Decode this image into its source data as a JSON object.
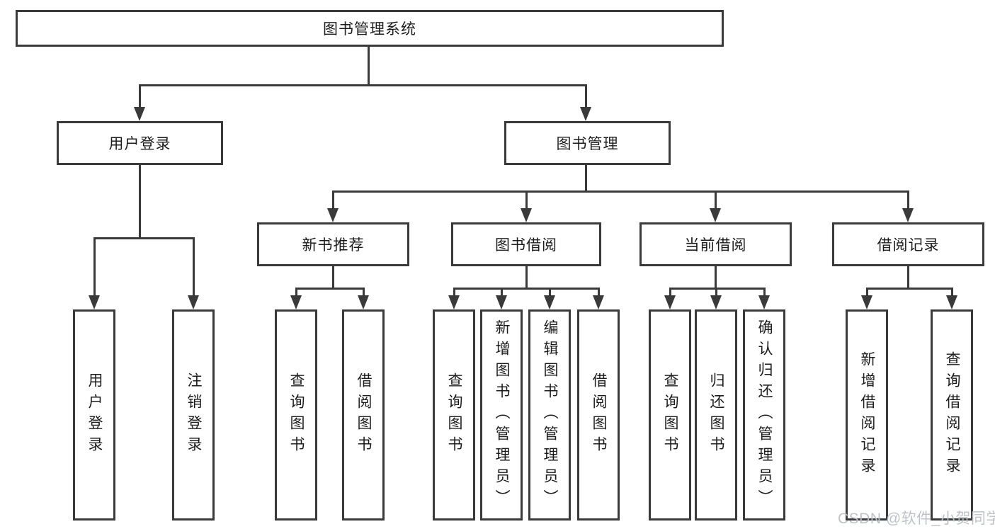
{
  "diagram": {
    "tree": {
      "label": "图书管理系统",
      "children": [
        {
          "label": "用户登录",
          "children": [
            {
              "label": "用户登录"
            },
            {
              "label": "注销登录"
            }
          ]
        },
        {
          "label": "图书管理",
          "children": [
            {
              "label": "新书推荐",
              "children": [
                {
                  "label": "查询图书"
                },
                {
                  "label": "借阅图书"
                }
              ]
            },
            {
              "label": "图书借阅",
              "children": [
                {
                  "label": "查询图书"
                },
                {
                  "label": "新增图书（管理员）"
                },
                {
                  "label": "编辑图书（管理员）"
                },
                {
                  "label": "借阅图书"
                }
              ]
            },
            {
              "label": "当前借阅",
              "children": [
                {
                  "label": "查询图书"
                },
                {
                  "label": "归还图书"
                },
                {
                  "label": "确认归还（管理员）"
                }
              ]
            },
            {
              "label": "借阅记录",
              "children": [
                {
                  "label": "新增借阅记录"
                },
                {
                  "label": "查询借阅记录"
                }
              ]
            }
          ]
        }
      ]
    }
  },
  "watermark": {
    "text": "CSDN @软件_小贺同学"
  },
  "colors": {
    "line": "#3a3a3a",
    "box_border": "#3a3a3a",
    "text": "#1c1c1c",
    "background": "#ffffff",
    "watermark": "#babfc5"
  }
}
